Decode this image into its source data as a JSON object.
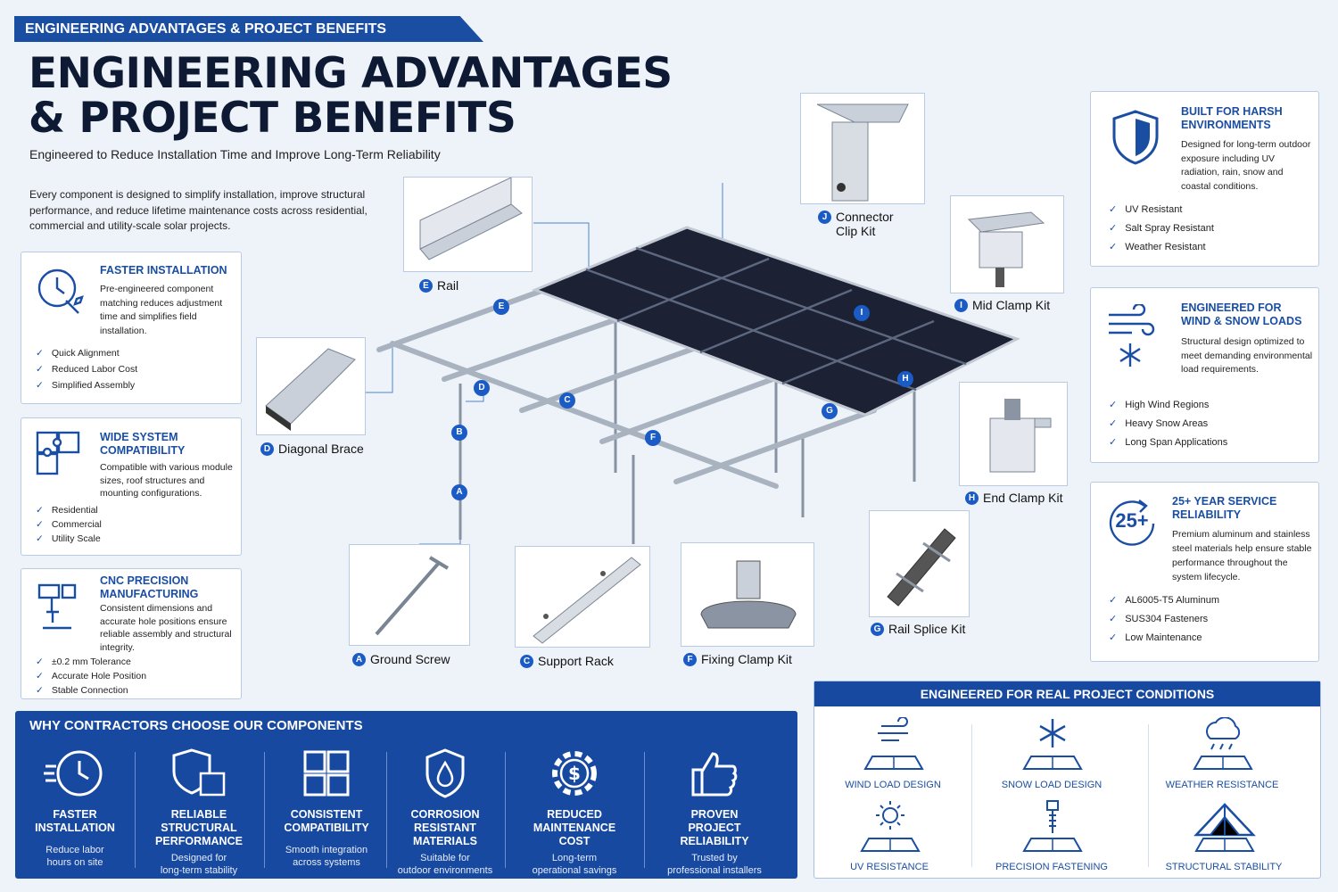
{
  "header": {
    "banner": "ENGINEERING ADVANTAGES & PROJECT BENEFITS",
    "title_line1": "ENGINEERING ADVANTAGES",
    "title_line2": "& PROJECT BENEFITS",
    "subtitle": "Engineered to Reduce Installation Time and Improve Long-Term Reliability",
    "intro": "Every component is designed to simplify installation, improve structural performance, and reduce lifetime maintenance costs across residential, commercial and utility-scale solar projects."
  },
  "left_cards": [
    {
      "title": "FASTER INSTALLATION",
      "text": "Pre-engineered component matching reduces adjustment time and simplifies field installation.",
      "checks": [
        "Quick Alignment",
        "Reduced Labor Cost",
        "Simplified Assembly"
      ],
      "icon": "clock-wrench-icon"
    },
    {
      "title": "WIDE SYSTEM COMPATIBILITY",
      "text": "Compatible with various module sizes, roof structures and mounting configurations.",
      "checks": [
        "Residential",
        "Commercial",
        "Utility Scale"
      ],
      "icon": "puzzle-icon"
    },
    {
      "title": "CNC PRECISION MANUFACTURING",
      "text": "Consistent dimensions and accurate hole positions ensure reliable assembly and structural integrity.",
      "checks": [
        "±0.2 mm Tolerance",
        "Accurate Hole Position",
        "Stable Connection"
      ],
      "icon": "cnc-machine-icon"
    }
  ],
  "right_cards": [
    {
      "title": "BUILT FOR HARSH ENVIRONMENTS",
      "text": "Designed for long-term outdoor exposure including UV radiation, rain, snow and coastal conditions.",
      "checks": [
        "UV Resistant",
        "Salt Spray Resistant",
        "Weather Resistant"
      ],
      "icon": "shield-icon"
    },
    {
      "title": "ENGINEERED FOR WIND & SNOW LOADS",
      "text": "Structural design optimized to meet demanding environmental load requirements.",
      "checks": [
        "High Wind Regions",
        "Heavy Snow Areas",
        "Long Span Applications"
      ],
      "icon": "wind-snow-icon"
    },
    {
      "title": "25+ YEAR SERVICE RELIABILITY",
      "text": "Premium aluminum and stainless steel materials help ensure stable performance throughout the system lifecycle.",
      "checks": [
        "AL6005-T5 Aluminum",
        "SUS304 Fasteners",
        "Low Maintenance"
      ],
      "icon": "25-years-icon",
      "badge": "25+"
    }
  ],
  "components": {
    "rail": {
      "letter": "E",
      "name": "Rail"
    },
    "diagonal": {
      "letter": "D",
      "name": "Diagonal Brace"
    },
    "connector": {
      "letter": "J",
      "name": "Connector Clip Kit",
      "line1": "Connector",
      "line2": "Clip Kit"
    },
    "midclamp": {
      "letter": "I",
      "name": "Mid Clamp Kit"
    },
    "endclamp": {
      "letter": "H",
      "name": "End Clamp Kit"
    },
    "groundscrew": {
      "letter": "A",
      "name": "Ground Screw"
    },
    "supportrack": {
      "letter": "C",
      "name": "Support Rack"
    },
    "fixingclamp": {
      "letter": "F",
      "name": "Fixing Clamp Kit"
    },
    "railsplice": {
      "letter": "G",
      "name": "Rail Splice Kit"
    },
    "b": {
      "letter": "B"
    }
  },
  "why": {
    "heading": "WHY CONTRACTORS CHOOSE OUR COMPONENTS",
    "items": [
      {
        "t1": "FASTER",
        "t2": "INSTALLATION",
        "t3": "",
        "s1": "Reduce labor",
        "s2": "hours on site"
      },
      {
        "t1": "RELIABLE",
        "t2": "STRUCTURAL",
        "t3": "PERFORMANCE",
        "s1": "Designed for",
        "s2": "long-term stability"
      },
      {
        "t1": "CONSISTENT",
        "t2": "COMPATIBILITY",
        "t3": "",
        "s1": "Smooth integration",
        "s2": "across systems"
      },
      {
        "t1": "CORROSION",
        "t2": "RESISTANT",
        "t3": "MATERIALS",
        "s1": "Suitable for",
        "s2": "outdoor environments"
      },
      {
        "t1": "REDUCED",
        "t2": "MAINTENANCE",
        "t3": "COST",
        "s1": "Long-term",
        "s2": "operational savings"
      },
      {
        "t1": "PROVEN",
        "t2": "PROJECT",
        "t3": "RELIABILITY",
        "s1": "Trusted by",
        "s2": "professional installers"
      }
    ]
  },
  "conditions": {
    "heading": "ENGINEERED FOR REAL PROJECT CONDITIONS",
    "items": [
      "WIND LOAD DESIGN",
      "SNOW LOAD DESIGN",
      "WEATHER RESISTANCE",
      "UV RESISTANCE",
      "PRECISION FASTENING",
      "STRUCTURAL STABILITY"
    ]
  },
  "colors": {
    "brand": "#1a4ea3",
    "brand_dark": "#1849a0",
    "panel": "#1c2233"
  }
}
